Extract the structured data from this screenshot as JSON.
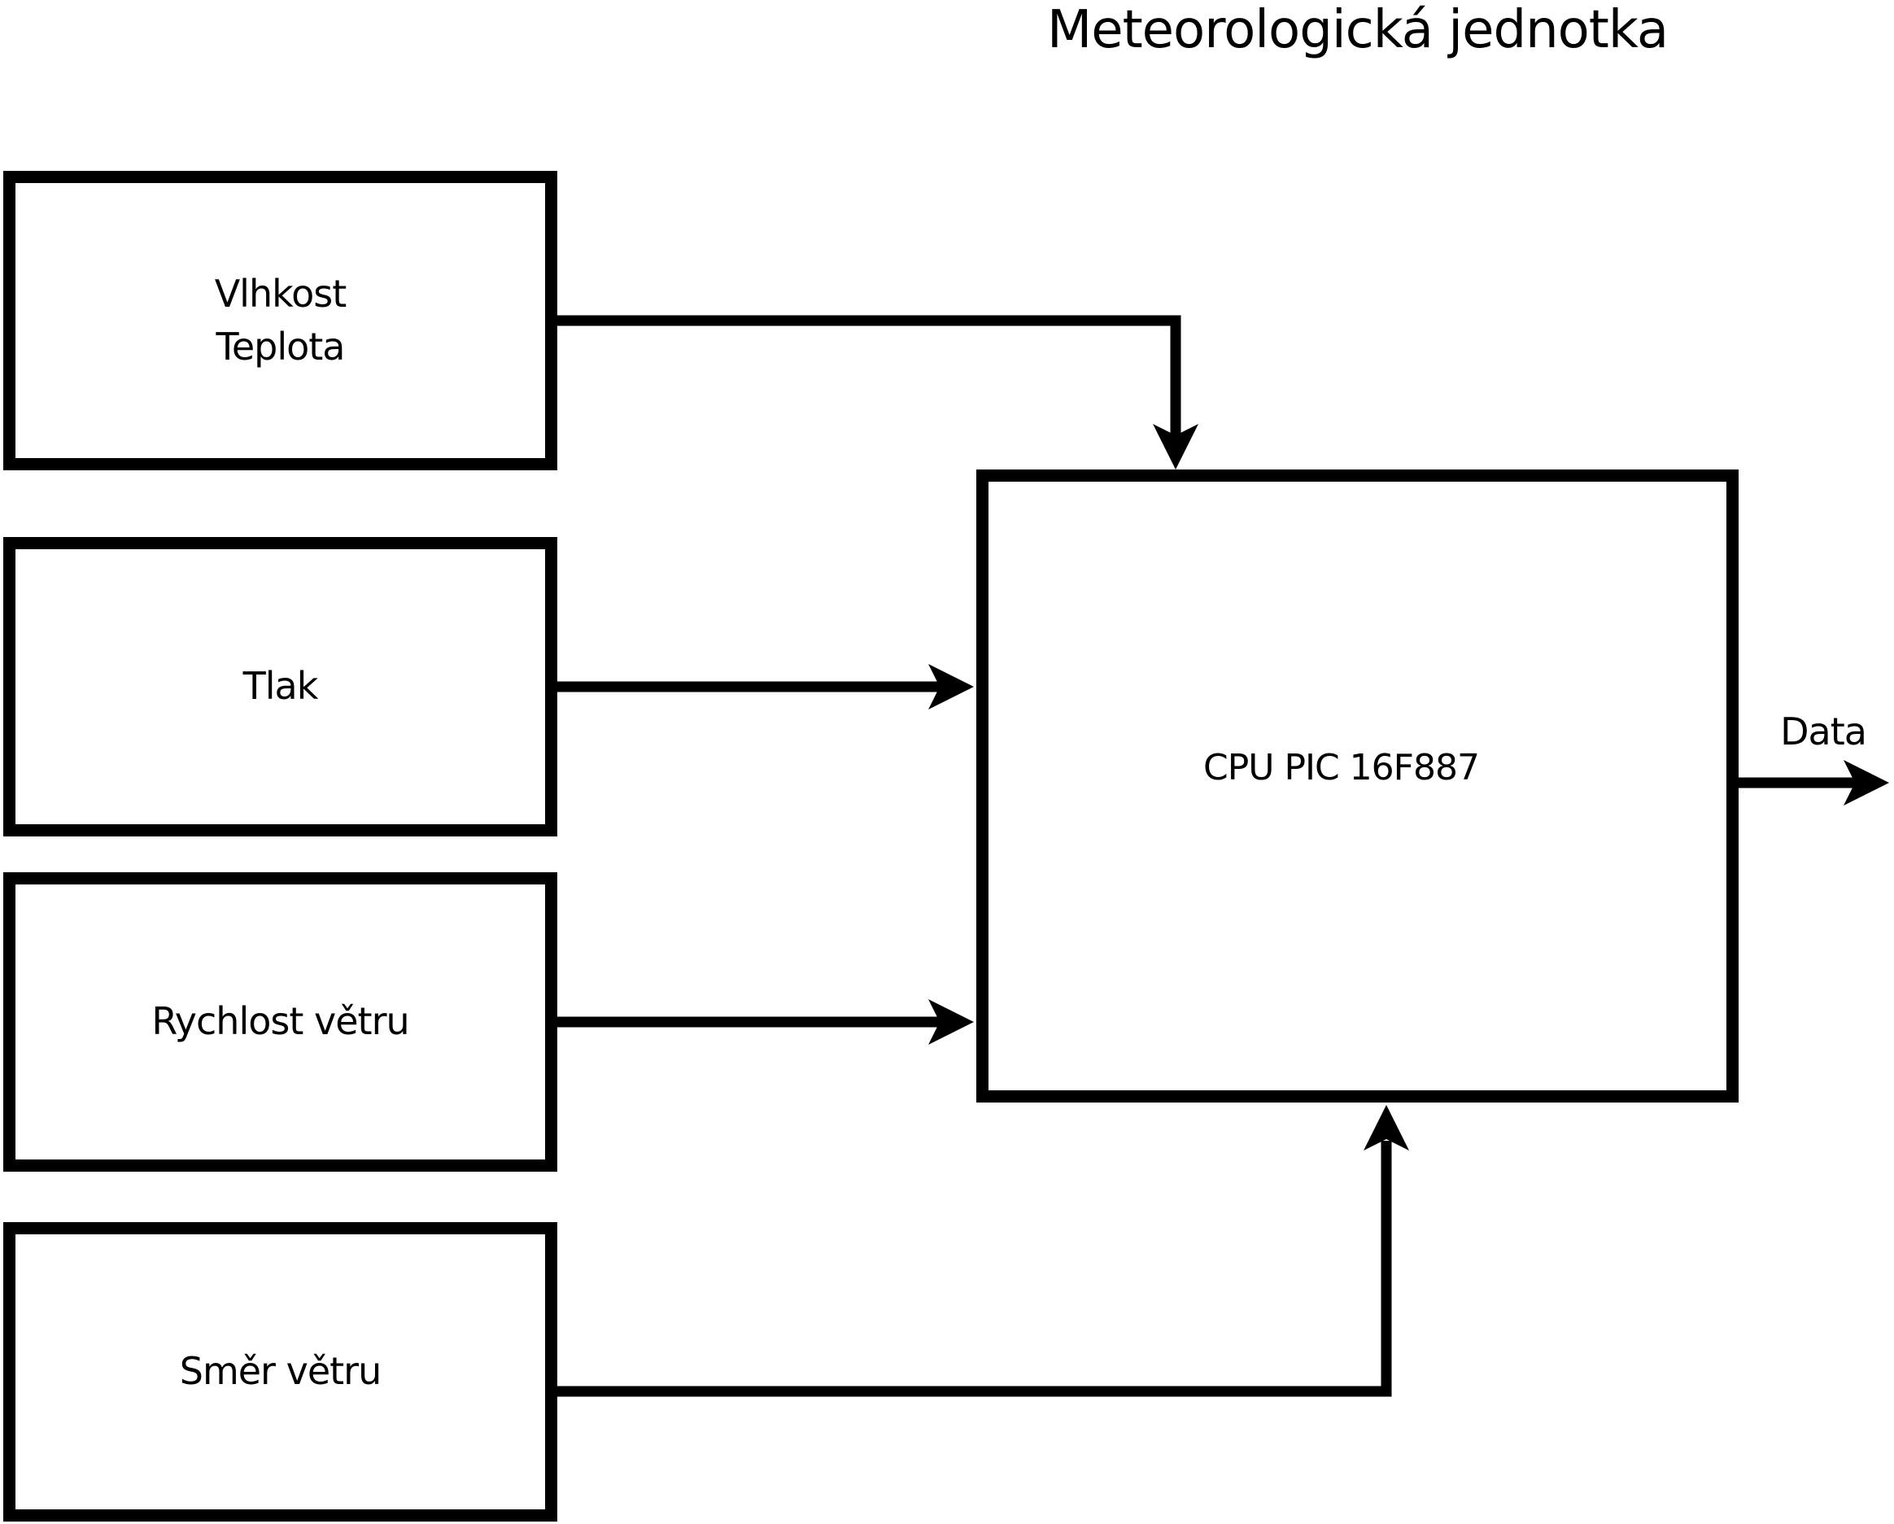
{
  "page": {
    "background_color": "#ffffff",
    "ink_color": "#000000"
  },
  "diagram": {
    "title": "Meteorologická jednotka",
    "sensors": [
      {
        "name": "humidity-temperature",
        "lines": [
          "Vlhkost",
          "Teplota"
        ]
      },
      {
        "name": "pressure",
        "lines": [
          "Tlak"
        ]
      },
      {
        "name": "wind-speed",
        "lines": [
          "Rychlost větru"
        ]
      },
      {
        "name": "wind-direction",
        "lines": [
          "Směr větru"
        ]
      }
    ],
    "cpu": {
      "label": "CPU PIC 16F887"
    },
    "output": {
      "label": "Data"
    },
    "connections": [
      {
        "from": "Vlhkost Teplota",
        "to": "CPU PIC 16F887",
        "enters": "top"
      },
      {
        "from": "Tlak",
        "to": "CPU PIC 16F887",
        "enters": "left"
      },
      {
        "from": "Rychlost větru",
        "to": "CPU PIC 16F887",
        "enters": "left"
      },
      {
        "from": "Směr větru",
        "to": "CPU PIC 16F887",
        "enters": "bottom"
      },
      {
        "from": "CPU PIC 16F887",
        "to": "Data",
        "enters": "right-out"
      }
    ]
  }
}
